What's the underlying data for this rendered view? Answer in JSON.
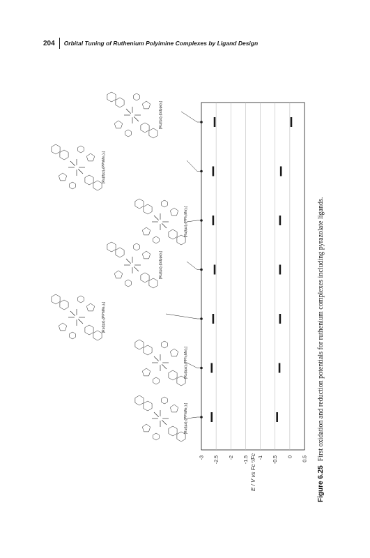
{
  "header": {
    "page_number": "204",
    "running_title": "Orbital Tuning of Ruthenium Polyimine Complexes by Ligand Design"
  },
  "caption": {
    "label": "Figure 6.25",
    "text": "First oxidation and reduction potentials for ruthenium complexes including pyrazolate ligands."
  },
  "complexes": [
    {
      "label": "[Ru(tpz)₂(PPhMe₂)₂]"
    },
    {
      "label": "[Ru(bpz)₂(PPh₂Me)₂]"
    },
    {
      "label": "[Ru(tpz)₂(PPhMe₂)₂]"
    },
    {
      "label": "[Ru(tpz)₂(bdppe)₂]"
    },
    {
      "label": "[Ru(tpz)₂(PPh₂Me)₂]"
    },
    {
      "label": "[Ru(tfpz)₂(PPhMe₂)₂]"
    },
    {
      "label": "[Ru(fpz)₂(bdppe)₂]"
    }
  ],
  "chart_data": {
    "type": "scatter",
    "title": "",
    "xlabel": "",
    "ylabel": "E / V vs Fc⁺/Fc",
    "ylim": [
      -3,
      0.5
    ],
    "yticks": [
      "-3",
      "-2.5",
      "-2",
      "-1.5",
      "-1",
      "-0.5",
      "0",
      "0.5"
    ],
    "grid": true,
    "series": [
      {
        "values": [
          -2.65,
          -2.65,
          -2.6,
          -2.55,
          -2.6,
          -2.6,
          -2.55
        ]
      },
      {
        "values": [
          -0.43,
          -0.35,
          -0.33,
          -0.33,
          -0.33,
          -0.3,
          0.05
        ]
      }
    ]
  },
  "colors": {
    "ink": "#1a1a1a",
    "grid": "#bdbdbd"
  }
}
